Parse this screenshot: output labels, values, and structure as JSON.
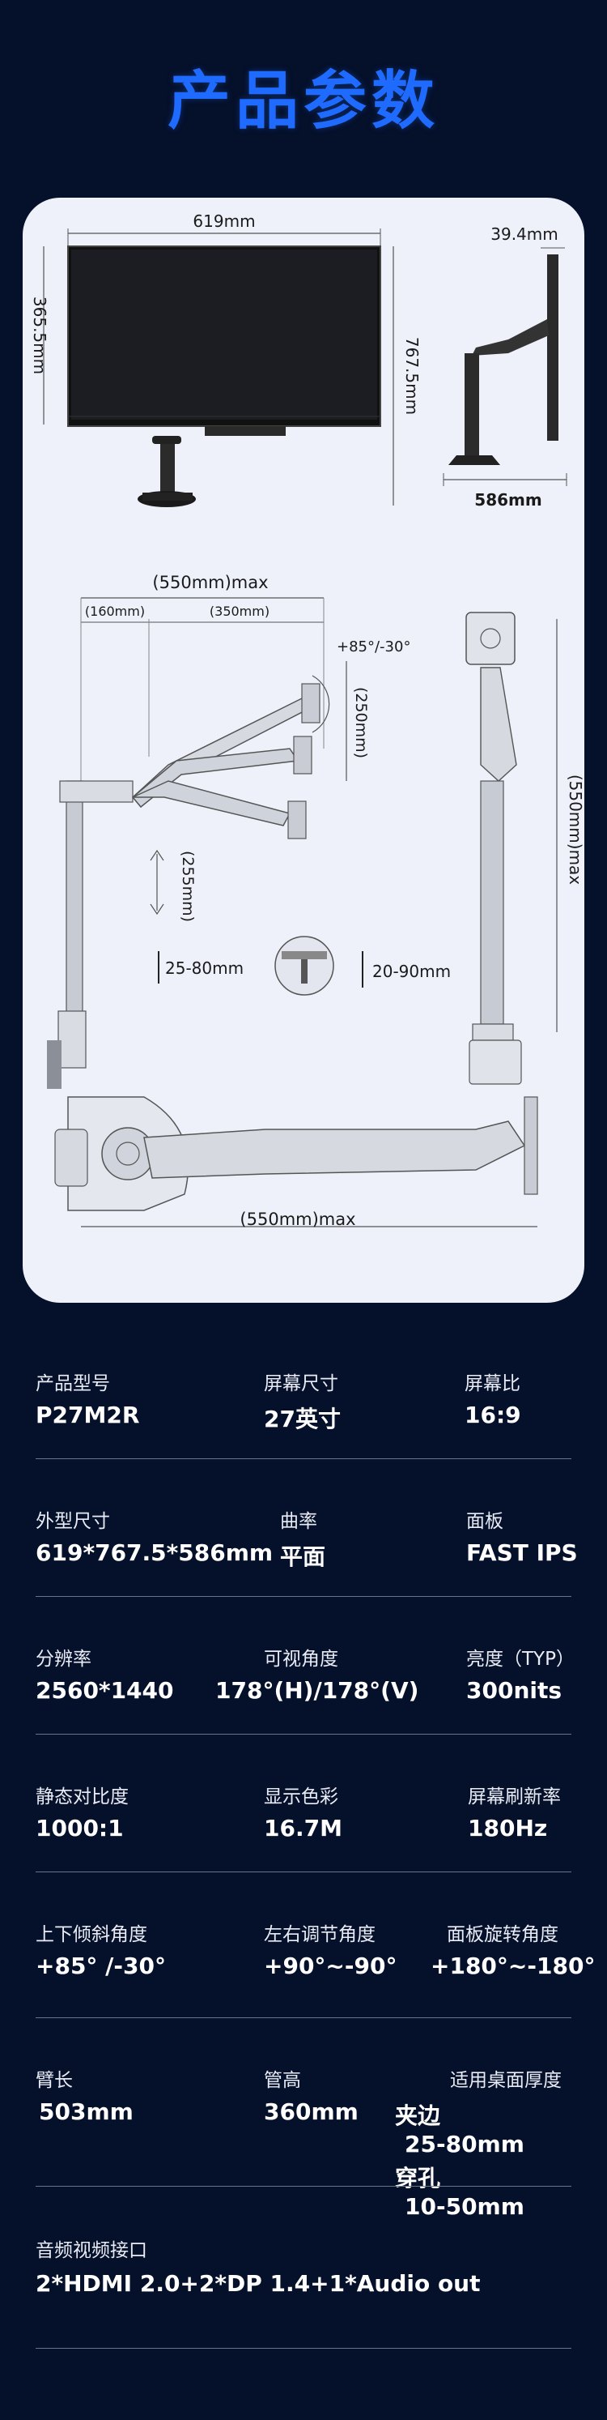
{
  "title": "产品参数",
  "diagram": {
    "width": "619mm",
    "height_screen": "365.5mm",
    "height_total": "767.5mm",
    "depth_screen": "39.4mm",
    "depth_base": "586mm",
    "reach_max": "(550mm)max",
    "reach_a": "(160mm)",
    "reach_b": "(350mm)",
    "tilt": "+85°/-30°",
    "lift": "(250mm)",
    "pole_adjust": "(255mm)",
    "clamp_range": "25-80mm",
    "hole_range": "20-90mm",
    "vertical_max": "(550mm)max",
    "top_reach": "(550mm)max"
  },
  "specs": [
    [
      {
        "label": "产品型号",
        "value": "P27M2R"
      },
      {
        "label": "屏幕尺寸",
        "value": "27英寸"
      },
      {
        "label": "屏幕比",
        "value": "16:9"
      }
    ],
    [
      {
        "label": "外型尺寸",
        "value": "619*767.5*586mm"
      },
      {
        "label": "曲率",
        "value": "平面"
      },
      {
        "label": "面板",
        "value": "FAST IPS"
      }
    ],
    [
      {
        "label": "分辨率",
        "value": "2560*1440"
      },
      {
        "label": "可视角度",
        "value": "178°(H)/178°(V)"
      },
      {
        "label": "亮度（TYP）",
        "value": "300nits"
      }
    ],
    [
      {
        "label": "静态对比度",
        "value": "1000:1"
      },
      {
        "label": "显示色彩",
        "value": "16.7M"
      },
      {
        "label": "屏幕刷新率",
        "value": "180Hz"
      }
    ],
    [
      {
        "label": "上下倾斜角度",
        "value": "+85° /-30°"
      },
      {
        "label": "左右调节角度",
        "value": "+90°~-90°"
      },
      {
        "label": "面板旋转角度",
        "value": "+180°~-180°"
      }
    ],
    [
      {
        "label": "臂长",
        "value": "503mm"
      },
      {
        "label": "管高",
        "value": "360mm"
      },
      {
        "label": "适用桌面厚度",
        "value": "",
        "clamp_label": "夹边",
        "clamp_value": "25-80mm",
        "hole_label": "穿孔",
        "hole_value": "10-50mm"
      }
    ],
    [
      {
        "label": "音频视频接口",
        "value": "2*HDMI 2.0+2*DP 1.4+1*Audio out"
      }
    ]
  ]
}
